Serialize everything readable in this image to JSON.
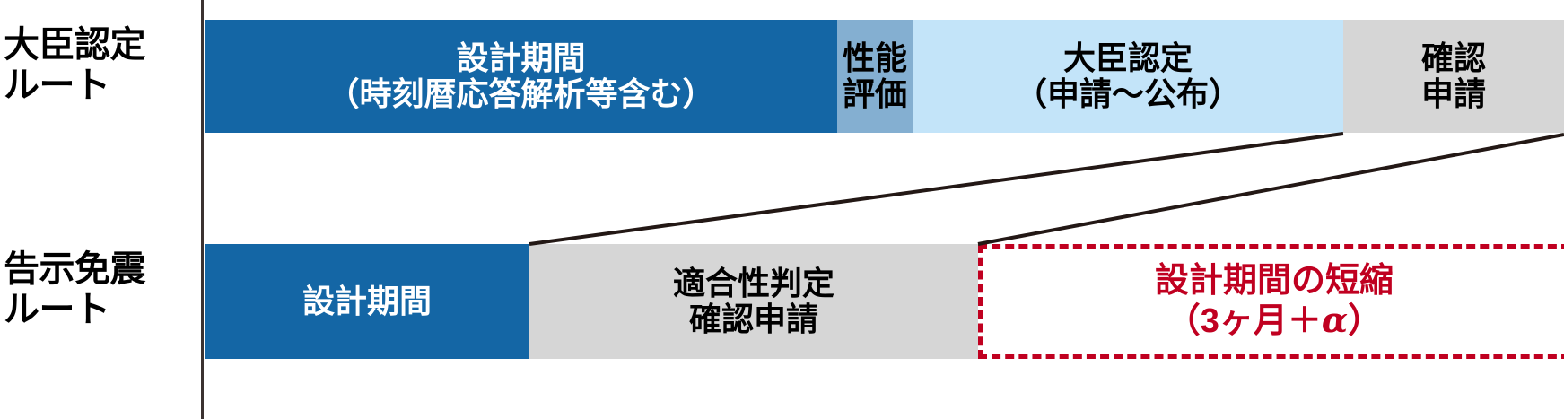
{
  "diagram": {
    "title_visible": false,
    "colors": {
      "navy": "#1466A5",
      "mid_blue": "#84AFD1",
      "light_blue": "#C3E4F9",
      "grey": "#D6D6D6",
      "callout_red": "#C00020",
      "axis": "#3B3231",
      "connector": "#231815"
    },
    "rows": [
      {
        "label": "大臣認定\nルート",
        "segments": [
          {
            "text": "設計期間\n（時刻暦応答解析等含む）",
            "color": "navy"
          },
          {
            "text": "性能\n評価",
            "color": "mid_blue"
          },
          {
            "text": "大臣認定\n（申請～公布）",
            "color": "light_blue"
          },
          {
            "text": "確認\n申請",
            "color": "grey"
          }
        ]
      },
      {
        "label": "告示免震\nルート",
        "segments": [
          {
            "text": "設計期間",
            "color": "navy"
          },
          {
            "text": "適合性判定\n確認申請",
            "color": "grey"
          }
        ]
      }
    ],
    "callout": {
      "line1": "設計期間の短縮",
      "line2_prefix": "（3ヶ月＋",
      "line2_alpha": "α",
      "line2_suffix": "）"
    }
  }
}
